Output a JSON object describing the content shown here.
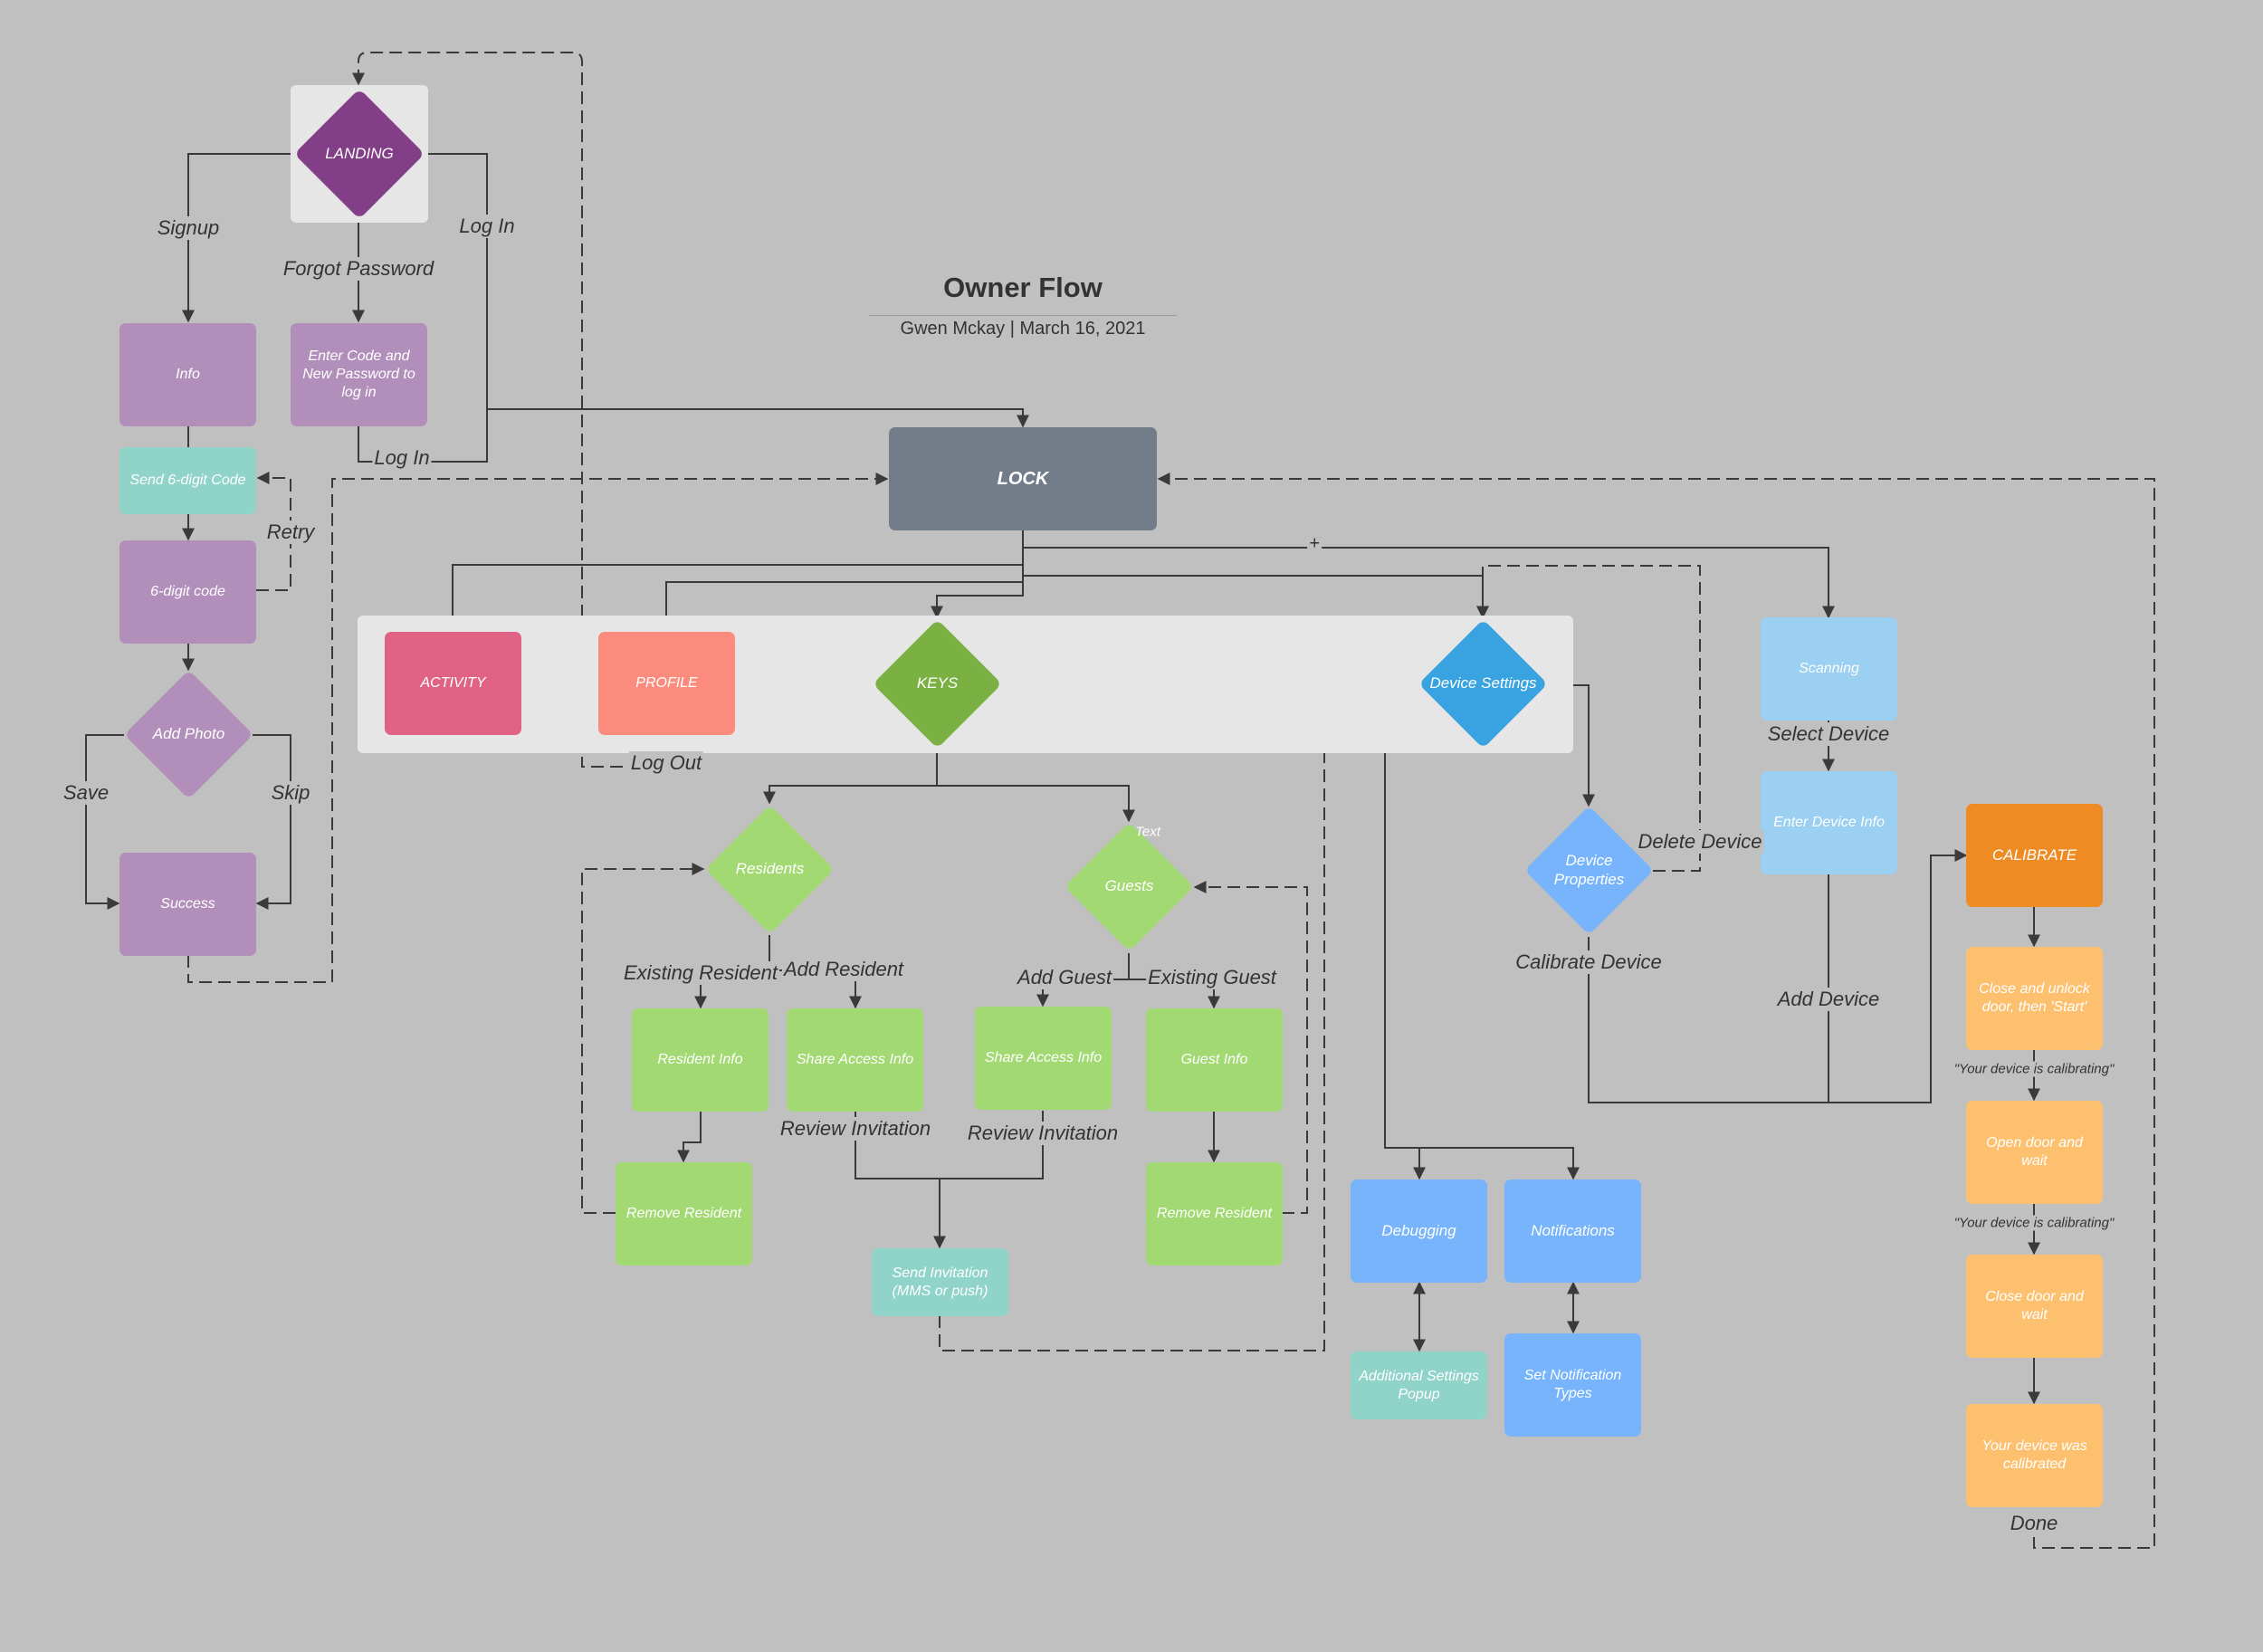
{
  "header": {
    "title": "Owner Flow",
    "author": "Gwen Mckay",
    "separator": "|",
    "date": "March 16, 2021"
  },
  "colors": {
    "background": "#c0c0c0",
    "panel": "#e6e6e6",
    "purple_dark": "#823f87",
    "purple": "#b28fba",
    "teal": "#8fd3c9",
    "slate": "#737d89",
    "pink": "#e06386",
    "salmon": "#fb8c7d",
    "green_dark": "#7bb143",
    "green": "#a3d973",
    "blue": "#38a3e0",
    "blue_light": "#77b4fb",
    "sky": "#9bd0f2",
    "orange": "#ef8b23",
    "peach": "#fdc06f",
    "line": "#3a3a3a"
  },
  "nodes": {
    "landing": "LANDING",
    "info": "Info",
    "enter_code": "Enter Code and New Password to log in",
    "send_code": "Send 6-digit Code",
    "six_digit": "6-digit code",
    "add_photo": "Add Photo",
    "success": "Success",
    "lock": "LOCK",
    "activity": "ACTIVITY",
    "profile": "PROFILE",
    "keys": "KEYS",
    "device_settings": "Device Settings",
    "scanning": "Scanning",
    "enter_device_info": "Enter Device Info",
    "calibrate": "CALIBRATE",
    "residents": "Residents",
    "guests": "Guests",
    "device_properties": "Device Properties",
    "resident_info": "Resident Info",
    "share_access_res": "Share Access Info",
    "share_access_guest": "Share Access Info",
    "guest_info": "Guest Info",
    "remove_resident_1": "Remove Resident",
    "remove_resident_2": "Remove Resident",
    "send_invitation": "Send Invitation (MMS or push)",
    "debugging": "Debugging",
    "notifications": "Notifications",
    "additional_settings": "Additional Settings Popup",
    "set_notification_types": "Set Notification Types",
    "close_unlock": "Close and unlock door, then 'Start'",
    "open_door": "Open door and wait",
    "close_door": "Close door and wait",
    "calibrated": "Your device was calibrated"
  },
  "edge_labels": {
    "signup": "Signup",
    "log_in_top": "Log In",
    "forgot_password": "Forgot Password",
    "log_in_bottom": "Log In",
    "retry": "Retry",
    "save": "Save",
    "skip": "Skip",
    "log_out": "Log Out",
    "plus": "+",
    "existing_resident": "Existing Resident",
    "add_resident": "Add Resident",
    "add_guest": "Add Guest",
    "existing_guest": "Existing Guest",
    "review_invitation_1": "Review Invitation",
    "review_invitation_2": "Review Invitation",
    "select_device": "Select Device",
    "delete_device": "Delete Device",
    "calibrate_device": "Calibrate Device",
    "add_device": "Add Device",
    "calibrating_1": "\"Your device is calibrating\"",
    "calibrating_2": "\"Your device is calibrating\"",
    "done": "Done",
    "text_stub": "Text"
  }
}
